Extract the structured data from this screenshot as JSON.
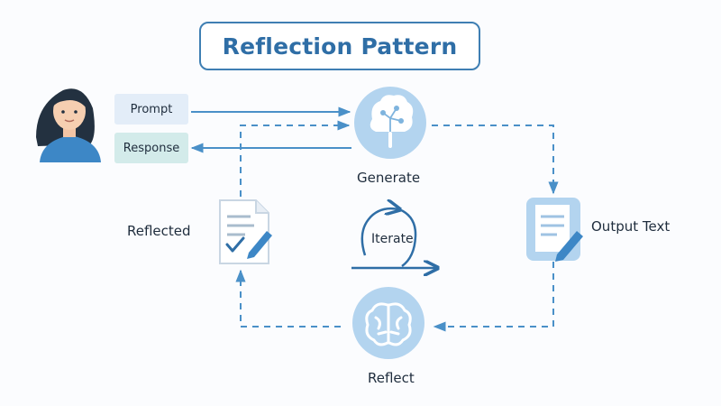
{
  "title": "Reflection Pattern",
  "messages": {
    "prompt": "Prompt",
    "response": "Response"
  },
  "nodes": {
    "generate": "Generate",
    "reflect": "Reflect",
    "reflected": "Reflected",
    "output": "Output Text",
    "iterate": "Iterate"
  },
  "icons": {
    "user": "user-avatar-icon",
    "generate": "brain-circuit-icon",
    "reflect": "brain-icon",
    "reflected": "document-checkmark-pencil-icon",
    "output": "document-pencil-icon",
    "iterate": "cycle-arrow-icon"
  },
  "colors": {
    "accent": "#3f7fb3",
    "node_fill": "#b3d4ef",
    "arrow": "#4a90c8"
  }
}
